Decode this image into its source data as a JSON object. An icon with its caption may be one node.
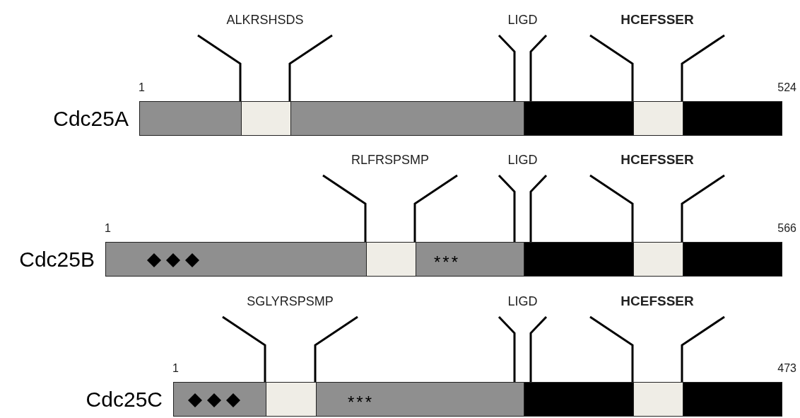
{
  "diagram": {
    "nodes": [
      {
        "text": [
          "ALKRSHSDS"
        ]
      },
      {
        "text": [
          "LIGD"
        ]
      },
      {
        "text": [
          "HCEFSSER"
        ]
      },
      {
        "text": [
          "Cdc25A"
        ],
        "beside": [
          "1",
          "524"
        ]
      },
      {
        "text": [],
        "shape": "box",
        "in": 3
      },
      {
        "text": [],
        "shape": "box",
        "in": 3
      },
      {
        "text": [],
        "shape": "box",
        "in": 3
      },
      {
        "text": [],
        "shape": "box",
        "in": 3
      },
      {
        "text": [],
        "shape": "box",
        "in": 3
      },
      {
        "text": [],
        "shape": "box",
        "in": 3
      },
      {
        "text": [
          "RLFRSPSMP"
        ]
      },
      {
        "text": [
          "LIGD"
        ]
      },
      {
        "text": [
          "HCEFSSER"
        ]
      },
      {
        "text": [
          "Cdc25B"
        ],
        "beside": [
          "1",
          "566"
        ]
      },
      {
        "text": [],
        "shape": "box",
        "in": 13
      },
      {
        "text": [],
        "shape": "box",
        "in": 13
      },
      {
        "text": [
          "***"
        ],
        "in": 13
      },
      {
        "text": [],
        "shape": "box",
        "in": 13
      },
      {
        "text": [],
        "shape": "box",
        "in": 13
      },
      {
        "text": [],
        "shape": "box",
        "in": 13
      },
      {
        "text": [
          "SGLYRSPSMP"
        ]
      },
      {
        "text": [
          "LIGD"
        ]
      },
      {
        "text": [
          "HCEFSSER"
        ]
      },
      {
        "text": [
          "Cdc25C"
        ],
        "beside": [
          "1",
          "473"
        ]
      },
      {
        "text": [],
        "shape": "box",
        "in": 23
      },
      {
        "text": [],
        "shape": "box",
        "in": 23
      },
      {
        "text": [
          "***"
        ],
        "in": 23
      },
      {
        "text": [],
        "shape": "box",
        "in": 23
      },
      {
        "text": [],
        "shape": "box",
        "in": 23
      },
      {
        "text": [],
        "shape": "box",
        "in": 23
      }
    ],
    "edges": [
      {
        "from": 0,
        "to": 5,
        "arrow": "none"
      },
      {
        "from": 0,
        "to": 5,
        "arrow": "none"
      },
      {
        "from": 1,
        "to": 6,
        "arrow": "none"
      },
      {
        "from": 1,
        "to": 7,
        "arrow": "none"
      },
      {
        "from": 2,
        "to": 8,
        "arrow": "none"
      },
      {
        "from": 2,
        "to": 8,
        "arrow": "none"
      },
      {
        "from": 10,
        "to": 15,
        "arrow": "none"
      },
      {
        "from": 10,
        "to": 15,
        "arrow": "none"
      },
      {
        "from": 11,
        "to": 16,
        "arrow": "none"
      },
      {
        "from": 11,
        "to": 17,
        "arrow": "none"
      },
      {
        "from": 12,
        "to": 18,
        "arrow": "none"
      },
      {
        "from": 12,
        "to": 18,
        "arrow": "none"
      },
      {
        "from": 20,
        "to": 25,
        "arrow": "none"
      },
      {
        "from": 20,
        "to": 25,
        "arrow": "none"
      },
      {
        "from": 21,
        "to": 26,
        "arrow": "none"
      },
      {
        "from": 21,
        "to": 27,
        "arrow": "none"
      },
      {
        "from": 22,
        "to": 28,
        "arrow": "none"
      },
      {
        "from": 22,
        "to": 28,
        "arrow": "none"
      }
    ]
  }
}
